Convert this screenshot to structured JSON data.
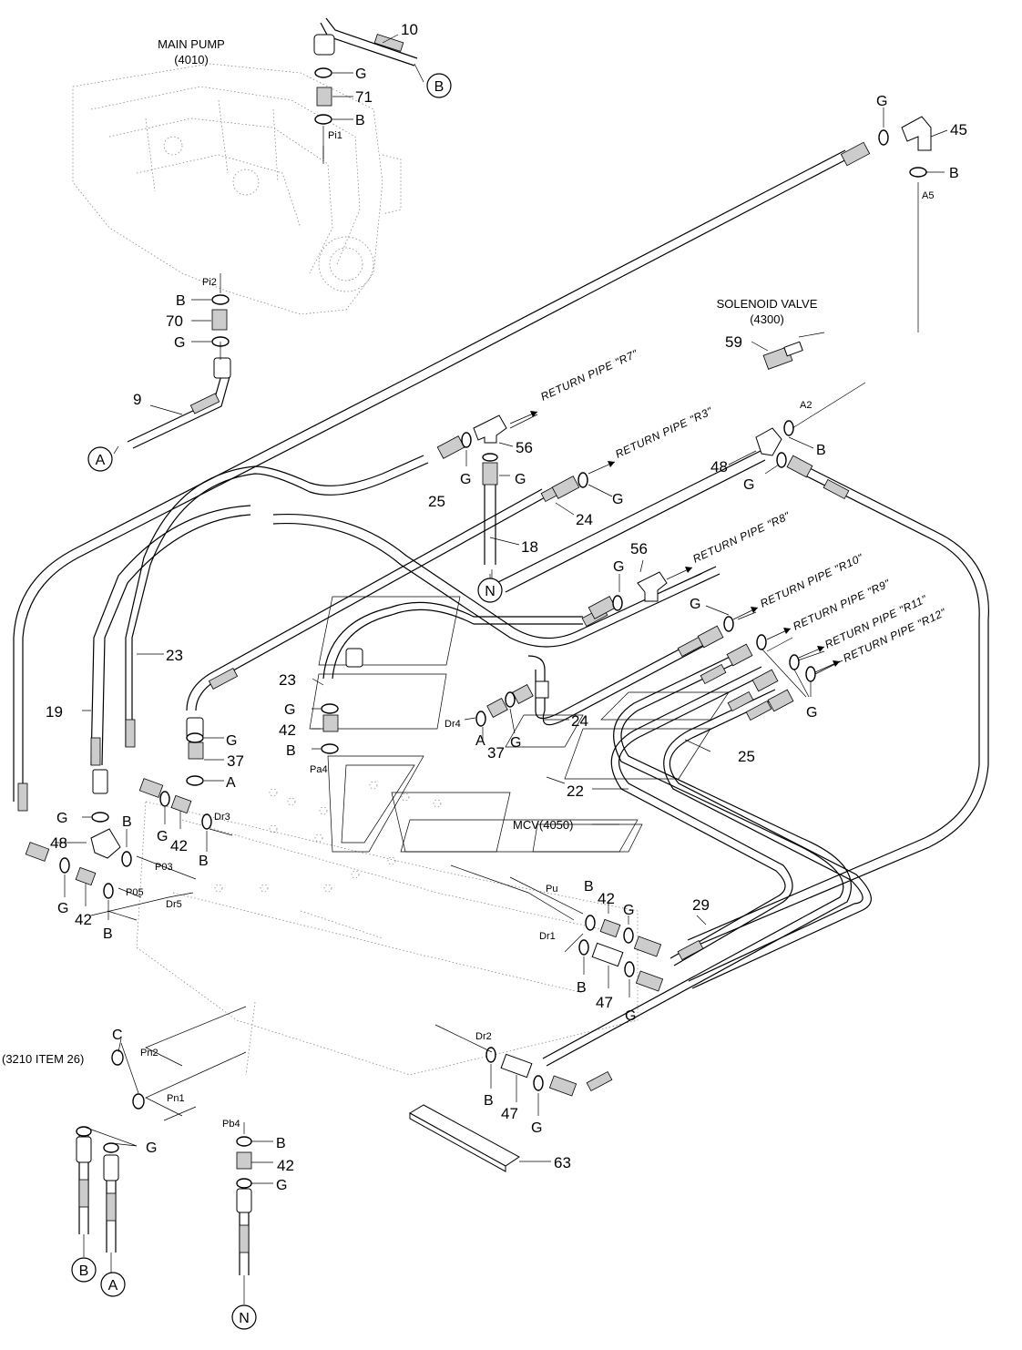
{
  "headers": {
    "main_pump": "MAIN PUMP",
    "main_pump_code": "(4010)",
    "solenoid_valve": "SOLENOID VALVE",
    "solenoid_code": "(4300)",
    "mcv": "MCV(4050)",
    "ref_3210": "(3210 ITEM 26)"
  },
  "ports": {
    "pi1": "Pi1",
    "pi2": "Pi2",
    "a5": "A5",
    "a2": "A2",
    "pa4": "Pa4",
    "dr3": "Dr3",
    "dr4": "Dr4",
    "dr5": "Dr5",
    "p03": "P03",
    "p05": "P05",
    "pu": "Pu",
    "dr1": "Dr1",
    "dr2": "Dr2",
    "pn1": "Pn1",
    "pn2": "Pn2",
    "pb4": "Pb4"
  },
  "returns": {
    "r7": "RETURN PIPE \"R7\"",
    "r3": "RETURN PIPE \"R3\"",
    "r8": "RETURN PIPE \"R8\"",
    "r10": "RETURN PIPE \"R10\"",
    "r9": "RETURN PIPE \"R9\"",
    "r11": "RETURN PIPE \"R11\"",
    "r12": "RETURN PIPE \"R12\""
  },
  "parts": {
    "p10": "10",
    "p71": "71",
    "p45": "45",
    "p70": "70",
    "p9": "9",
    "p59": "59",
    "p56a": "56",
    "p56b": "56",
    "p48a": "48",
    "p48b": "48",
    "p25a": "25",
    "p25b": "25",
    "p24a": "24",
    "p24b": "24",
    "p18": "18",
    "p23a": "23",
    "p23b": "23",
    "p19": "19",
    "p37a": "37",
    "p37b": "37",
    "p42a": "42",
    "p42b": "42",
    "p42c": "42",
    "p42d": "42",
    "p42e": "42",
    "p22": "22",
    "p29": "29",
    "p47a": "47",
    "p47b": "47",
    "p63": "63"
  },
  "letters": {
    "g": "G",
    "b": "B",
    "a": "A",
    "c": "C",
    "n": "N"
  },
  "callouts": {
    "a_top": "A",
    "b_top": "B",
    "n_mid": "N",
    "b_bot": "B",
    "a_bot": "A",
    "n_bot": "N"
  }
}
